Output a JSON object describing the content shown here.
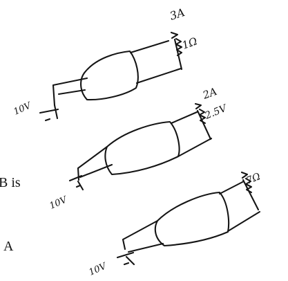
{
  "diagrams": [
    {
      "source_label": "10V",
      "current_label": "3A",
      "resistance_label": "1Ω"
    },
    {
      "source_label": "10V",
      "current_label": "2A",
      "resistance_label": "2.5V"
    },
    {
      "source_label": "10V",
      "current_label": "",
      "resistance_label": "7Ω"
    }
  ],
  "page_text": {
    "fragment_1": "B is",
    "fragment_2": "A"
  }
}
